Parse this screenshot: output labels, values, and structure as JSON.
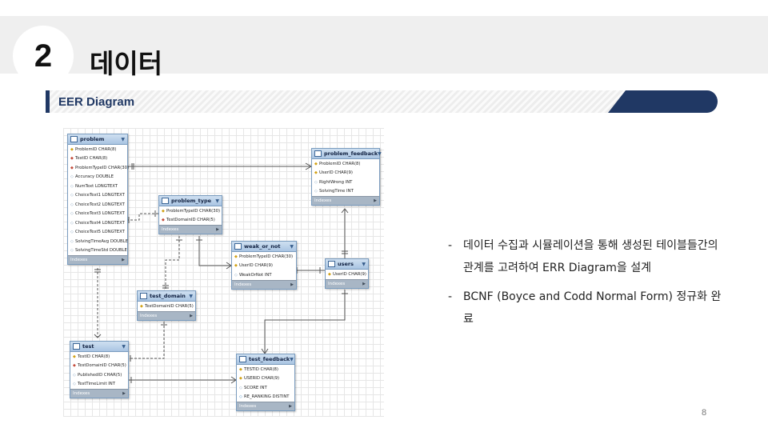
{
  "slide": {
    "number": "2",
    "title": "데이터",
    "page": "8"
  },
  "section": {
    "label": "EER Diagram",
    "accent_color": "#203864"
  },
  "bullets": [
    {
      "mark": "-",
      "text": "데이터 수집과 시뮬레이션을 통해 생성된 테이블들간의 관계를 고려하여 ERR Diagram을 설계"
    },
    {
      "mark": "-",
      "text": "BCNF  (Boyce and Codd Normal Form) 정규화 완료"
    }
  ],
  "erd": {
    "footer_label": "Indexes",
    "tables": [
      {
        "id": "problem",
        "name": "problem",
        "columns": [
          {
            "key": "pk",
            "text": "ProblemID CHAR(8)"
          },
          {
            "key": "fk",
            "text": "TestID CHAR(8)"
          },
          {
            "key": "fk",
            "text": "ProblemTypeID CHAR(30)"
          },
          {
            "key": "pl",
            "text": "Accuracy DOUBLE"
          },
          {
            "key": "pl",
            "text": "NumText LONGTEXT"
          },
          {
            "key": "pl",
            "text": "ChoiceText1 LONGTEXT"
          },
          {
            "key": "pl",
            "text": "ChoiceText2 LONGTEXT"
          },
          {
            "key": "pl",
            "text": "ChoiceText3 LONGTEXT"
          },
          {
            "key": "pl",
            "text": "ChoiceText4 LONGTEXT"
          },
          {
            "key": "pl",
            "text": "ChoiceText5 LONGTEXT"
          },
          {
            "key": "pl",
            "text": "SolvingTimeAvg DOUBLE"
          },
          {
            "key": "pl",
            "text": "SolvingTimeStd DOUBLE"
          }
        ]
      },
      {
        "id": "problem_type",
        "name": "problem_type",
        "columns": [
          {
            "key": "pk",
            "text": "ProblemTypeID CHAR(30)"
          },
          {
            "key": "fk",
            "text": "TestDomainID CHAR(5)"
          }
        ]
      },
      {
        "id": "problem_feedback",
        "name": "problem_feedback",
        "columns": [
          {
            "key": "pk",
            "text": "ProblemID CHAR(8)"
          },
          {
            "key": "pk",
            "text": "UserID CHAR(9)"
          },
          {
            "key": "pl",
            "text": "RightWrong INT"
          },
          {
            "key": "pl",
            "text": "SolvingTime INT"
          }
        ]
      },
      {
        "id": "weak_or_not",
        "name": "weak_or_not",
        "columns": [
          {
            "key": "pk",
            "text": "ProblemTypeID CHAR(30)"
          },
          {
            "key": "pk",
            "text": "UserID CHAR(9)"
          },
          {
            "key": "pl",
            "text": "WeakOrNot INT"
          }
        ]
      },
      {
        "id": "users",
        "name": "users",
        "columns": [
          {
            "key": "pk",
            "text": "UserID CHAR(9)"
          }
        ]
      },
      {
        "id": "test_domain",
        "name": "test_domain",
        "columns": [
          {
            "key": "pk",
            "text": "TestDomainID CHAR(5)"
          }
        ]
      },
      {
        "id": "test",
        "name": "test",
        "columns": [
          {
            "key": "pk",
            "text": "TestID CHAR(8)"
          },
          {
            "key": "fk",
            "text": "TestDomainID CHAR(5)"
          },
          {
            "key": "pl",
            "text": "PublishedID CHAR(5)"
          },
          {
            "key": "pl",
            "text": "TestTimeLimit INT"
          }
        ]
      },
      {
        "id": "test_feedback",
        "name": "test_feedback",
        "columns": [
          {
            "key": "pk",
            "text": "TESTID CHAR(8)"
          },
          {
            "key": "pk",
            "text": "USERID CHAR(9)"
          },
          {
            "key": "pl",
            "text": "SCORE INT"
          },
          {
            "key": "nn",
            "text": "RE_RANKING DISTINT"
          }
        ]
      }
    ]
  }
}
